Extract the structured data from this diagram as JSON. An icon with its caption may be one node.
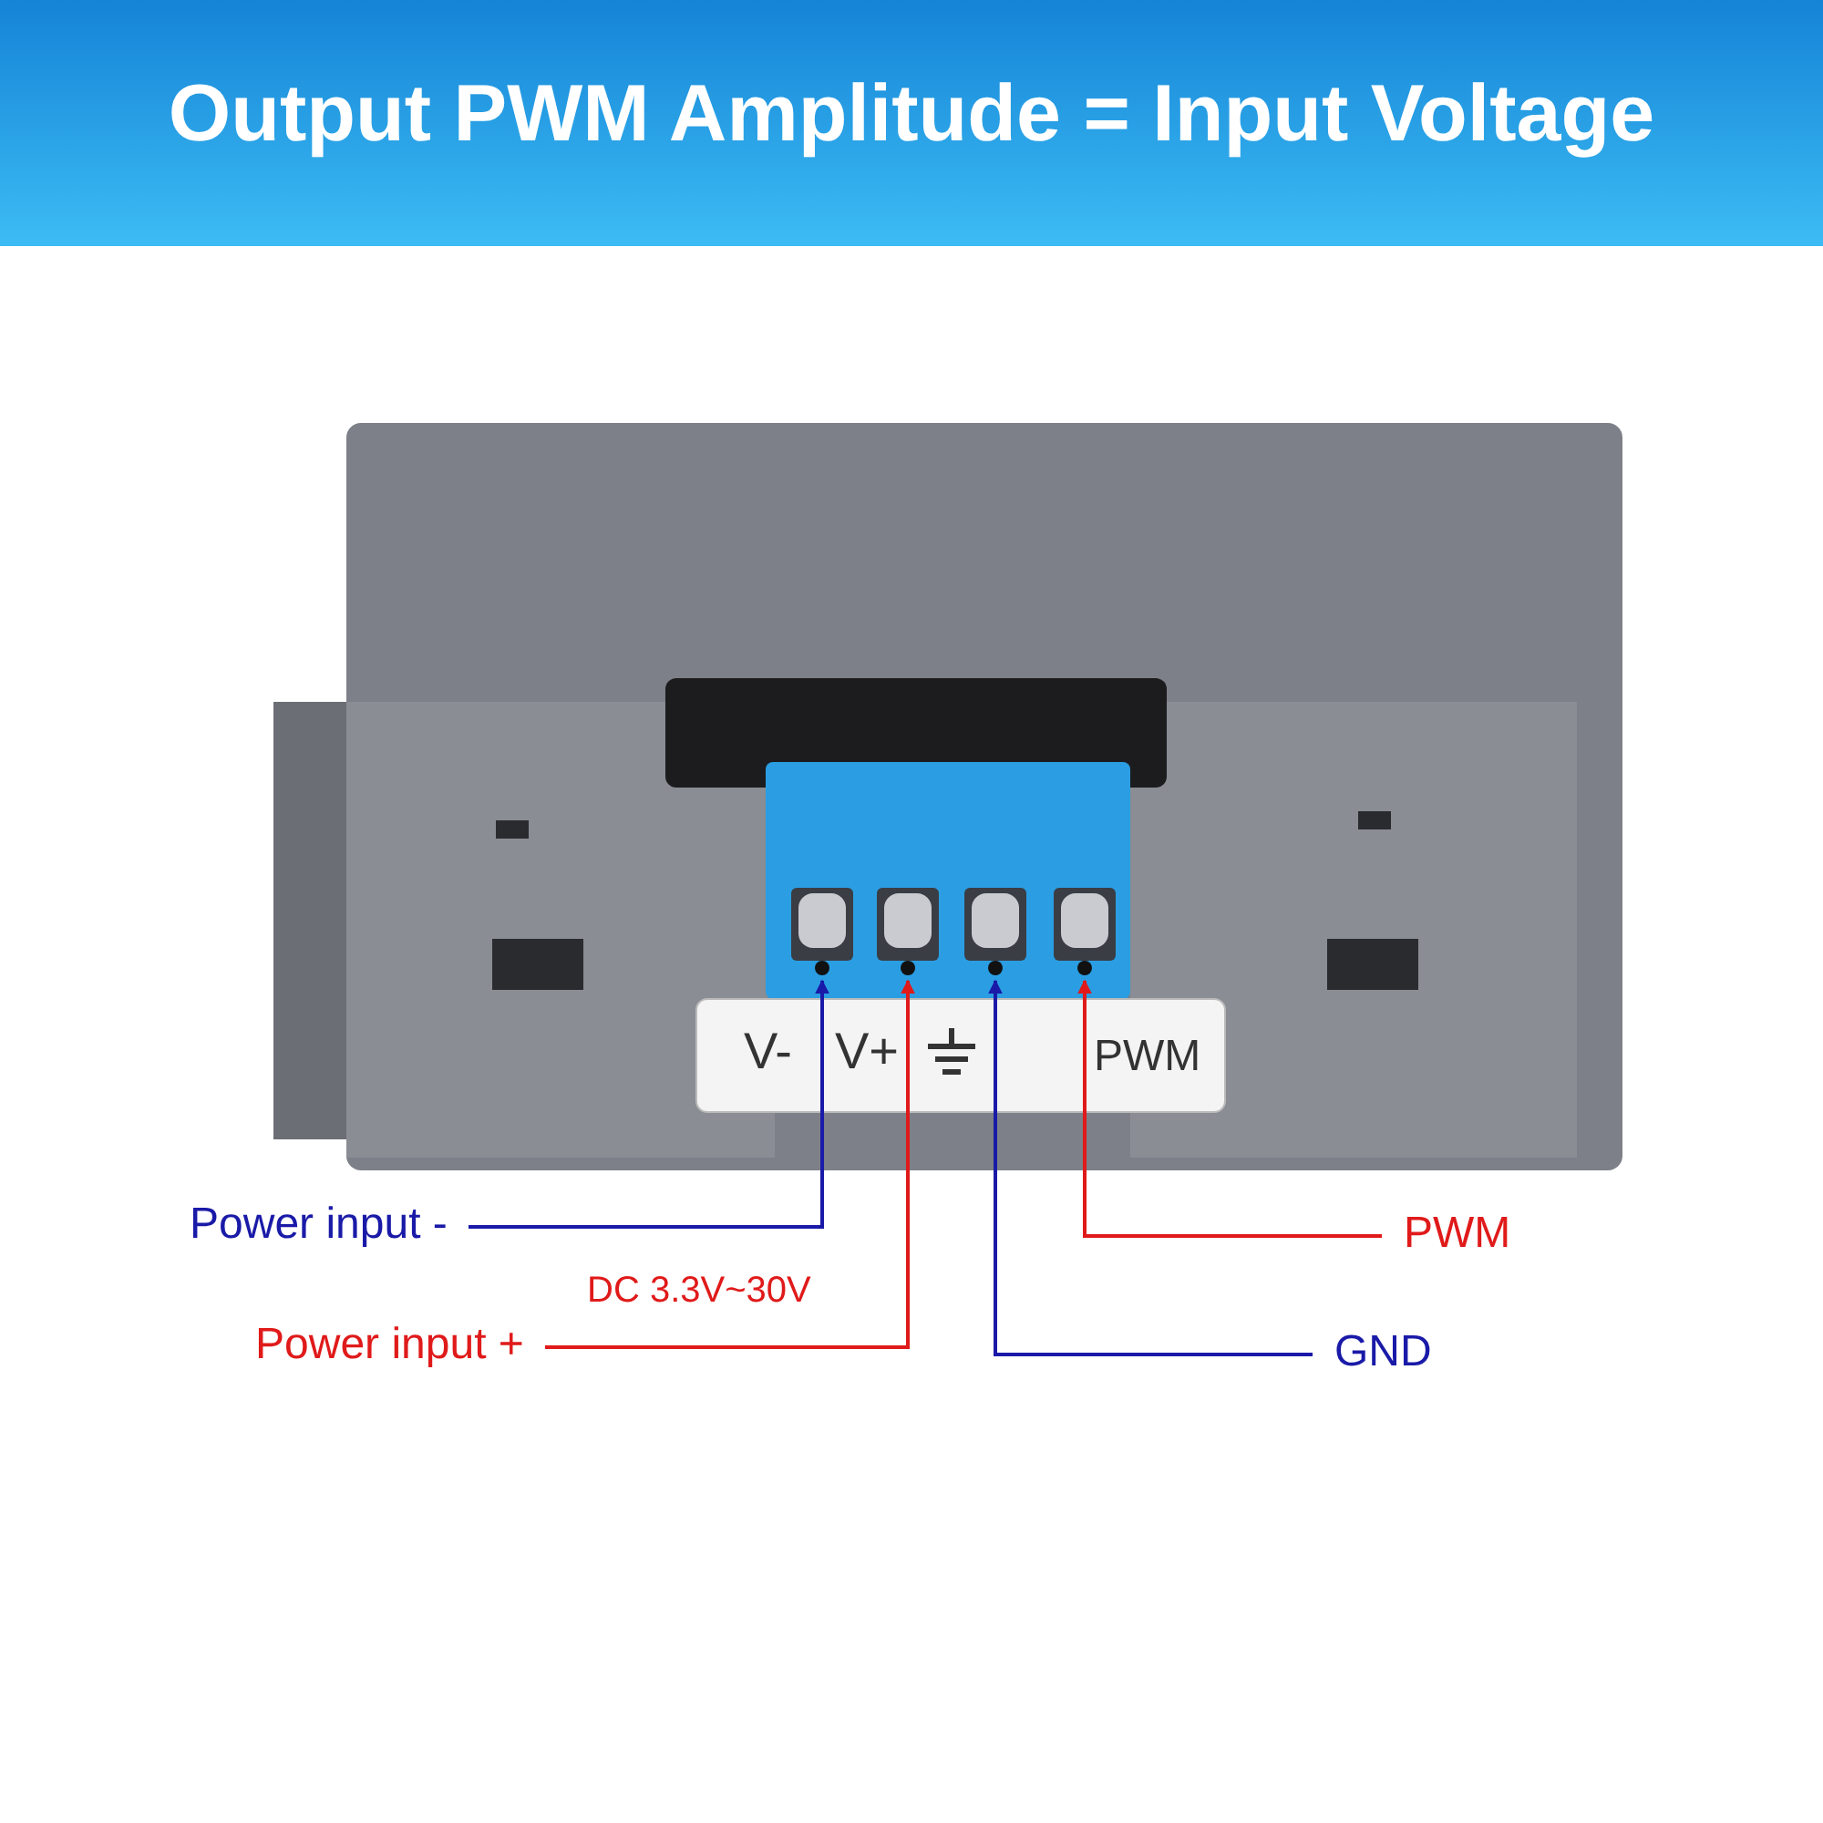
{
  "diagram": {
    "title": "Output PWM Amplitude = Input Voltage",
    "nodes": [
      {
        "text": [],
        "shape": "picture"
      },
      {
        "text": [],
        "shape": "picture"
      },
      {
        "text": [],
        "shape": "picture"
      },
      {
        "text": [],
        "shape": "picture"
      },
      {
        "text": [
          "Power input -"
        ]
      },
      {
        "text": [
          "PWM"
        ]
      },
      {
        "text": [
          "Power input +"
        ],
        "beside": [
          "DC 3.3V~30V"
        ]
      },
      {
        "text": [
          "GND"
        ]
      }
    ],
    "edges": [
      {
        "from": 4,
        "to": 0,
        "arrow": "to",
        "color": "#1a1aa8"
      },
      {
        "from": 6,
        "to": 1,
        "arrow": "to",
        "color": "#e01a1a"
      },
      {
        "from": 7,
        "to": 2,
        "arrow": "to",
        "color": "#1a1aa8"
      },
      {
        "from": 5,
        "to": 3,
        "arrow": "to",
        "color": "#e01a1a"
      }
    ],
    "labels": [
      "V-",
      "V+",
      "PWM"
    ]
  }
}
